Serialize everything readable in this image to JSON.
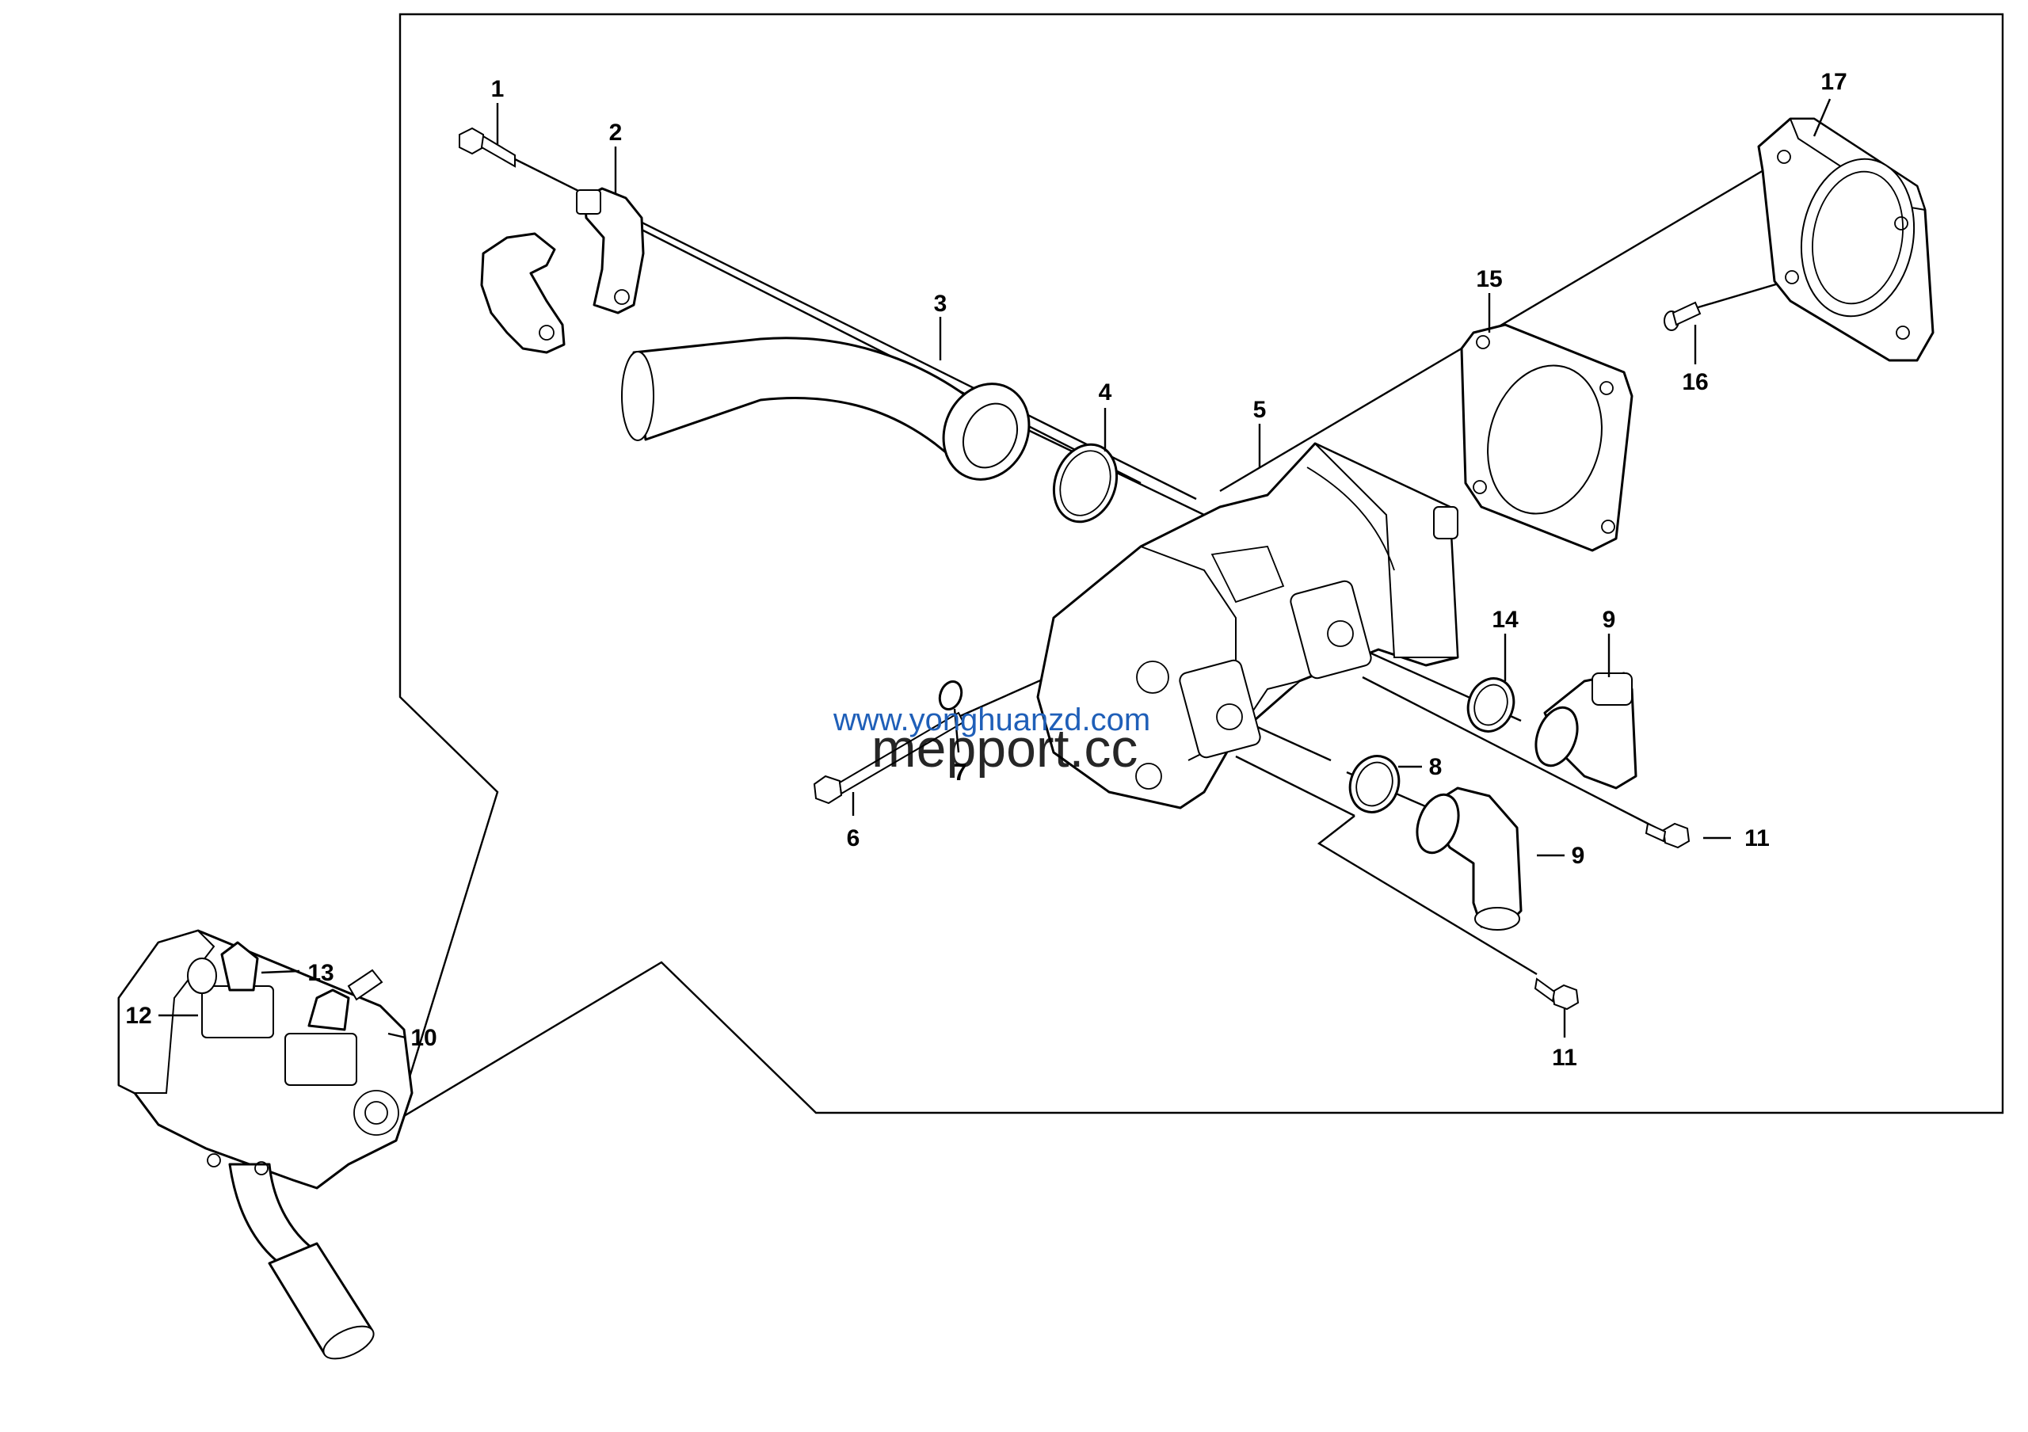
{
  "callouts": {
    "c1": "1",
    "c2": "2",
    "c3": "3",
    "c4": "4",
    "c5": "5",
    "c6": "6",
    "c7": "7",
    "c8": "8",
    "c9a": "9",
    "c9b": "9",
    "c10": "10",
    "c11a": "11",
    "c11b": "11",
    "c12": "12",
    "c13": "13",
    "c14": "14",
    "c15": "15",
    "c16": "16",
    "c17": "17"
  },
  "watermarks": {
    "url": "www.yonghuanzd.com",
    "site": "mepport.cc"
  },
  "colors": {
    "line": "#000000",
    "background": "#ffffff",
    "watermark_url": "#1f5fb8",
    "watermark_site": "#000000"
  }
}
